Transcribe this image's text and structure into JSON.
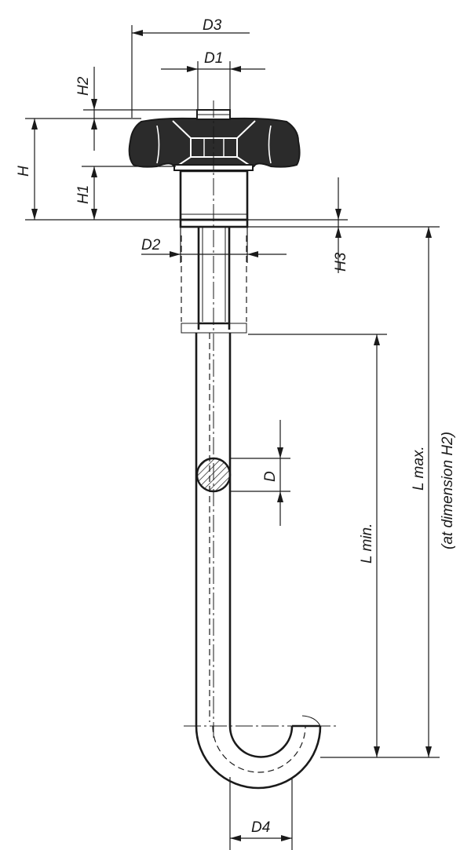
{
  "labels": {
    "d3": "D3",
    "d1": "D1",
    "h2": "H2",
    "h": "H",
    "h1": "H1",
    "d2": "D2",
    "h3": "H3",
    "d": "D",
    "l_min": "L min.",
    "l_max": "L max.",
    "l_max_note": "(at dimension H2)",
    "d4": "D4"
  },
  "colors": {
    "line": "#1a1a1a",
    "knob": "#2b2b2b",
    "background": "#ffffff"
  }
}
